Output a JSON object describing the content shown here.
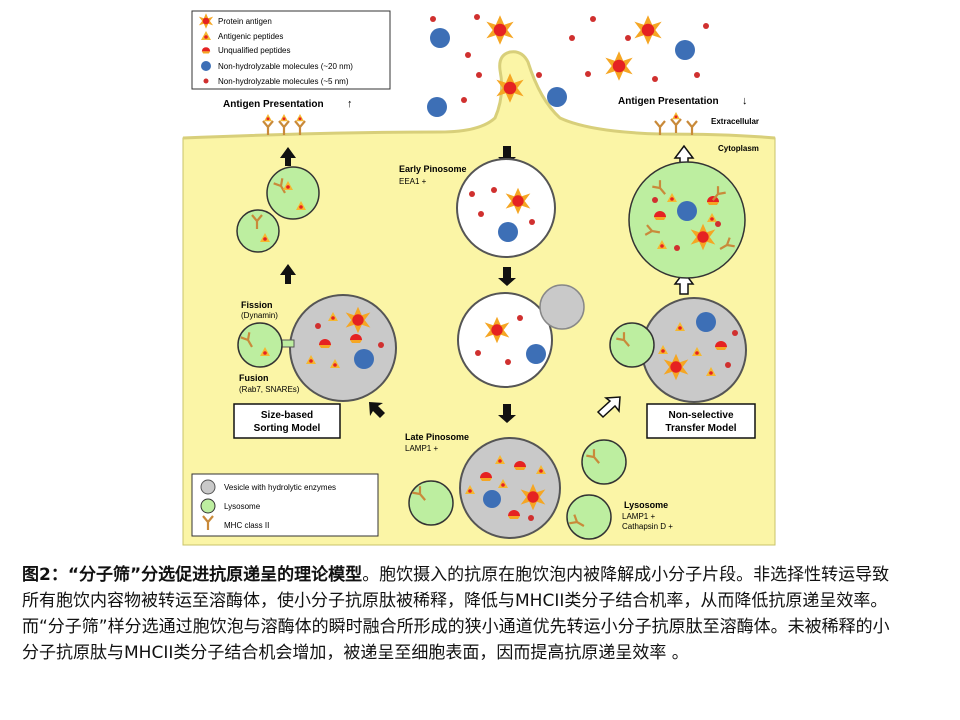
{
  "legend_top": {
    "protein_antigen": "Protein antigen",
    "antigenic_peptides": "Antigenic peptides",
    "unqualified_peptides": "Unqualified peptides",
    "nonhydro_20": "Non-hydrolyzable molecules (~20 nm)",
    "nonhydro_5": "Non-hydrolyzable molecules (~5 nm)"
  },
  "legend_bottom": {
    "vesicle": "Vesicle with hydrolytic enzymes",
    "lysosome": "Lysosome",
    "mhc": "MHC class II"
  },
  "labels": {
    "antigen_up": "Antigen Presentation",
    "antigen_down": "Antigen Presentation",
    "extracellular": "Extracellular",
    "cytoplasm": "Cytoplasm",
    "early_pinosome": "Early Pinosome",
    "eea1": "EEA1 +",
    "late_pinosome": "Late Pinosome",
    "lamp1": "LAMP1 +",
    "lysosome": "Lysosome",
    "lys_lamp1": "LAMP1 +",
    "cathepsin": "Cathapsin D +",
    "fission": "Fission",
    "dynamin": "(Dynamin)",
    "fusion": "Fusion",
    "rab7": "(Rab7, SNAREs)",
    "size_model_1": "Size-based",
    "size_model_2": "Sorting Model",
    "nonsel_model_1": "Non-selective",
    "nonsel_model_2": "Transfer Model"
  },
  "colors": {
    "cytoplasm": "#fbf5a6",
    "lysosome": "#bdeea0",
    "vesicle": "#c9c9c9",
    "antigen_star": "#f5a623",
    "antigen_core": "#e52222",
    "blue_molecule": "#3d6fb6",
    "red_molecule": "#d0302f",
    "mhc": "#c98a3a"
  },
  "caption": {
    "title": "图2：“分子筛”分选促进抗原递呈的理论模型",
    "body": "。胞饮摄入的抗原在胞饮泡内被降解成小分子片段。非选择性转运导致所有胞饮内容物被转运至溶酶体，使小分子抗原肽被稀释，降低与MHCII类分子结合机率，从而降低抗原递呈效率。而“分子筛”样分选通过胞饮泡与溶酶体的瞬时融合所形成的狭小通道优先转运小分子抗原肽至溶酶体。未被稀释的小分子抗原肽与MHCII类分子结合机会增加，被递呈至细胞表面，因而提高抗原递呈效率 。"
  }
}
